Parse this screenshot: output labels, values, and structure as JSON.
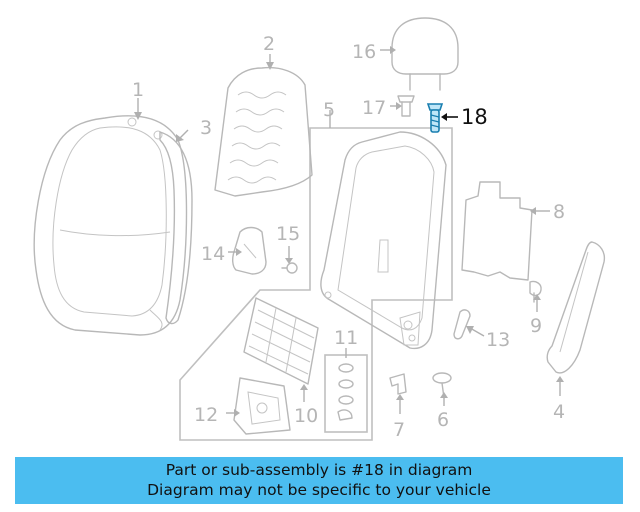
{
  "callouts": {
    "c1": "1",
    "c2": "2",
    "c3": "3",
    "c4": "4",
    "c5": "5",
    "c6": "6",
    "c7": "7",
    "c8": "8",
    "c9": "9",
    "c10": "10",
    "c11": "11",
    "c12": "12",
    "c13": "13",
    "c14": "14",
    "c15": "15",
    "c16": "16",
    "c17": "17",
    "c18": "18"
  },
  "highlighted_part": "18",
  "colors": {
    "banner": "#4bbdf0",
    "highlight": "#1a7fb0",
    "parts": "#b8b8b8"
  },
  "banner": {
    "line1": "Part or sub-assembly is #18 in diagram",
    "line2": "Diagram may not be specific to your vehicle"
  }
}
